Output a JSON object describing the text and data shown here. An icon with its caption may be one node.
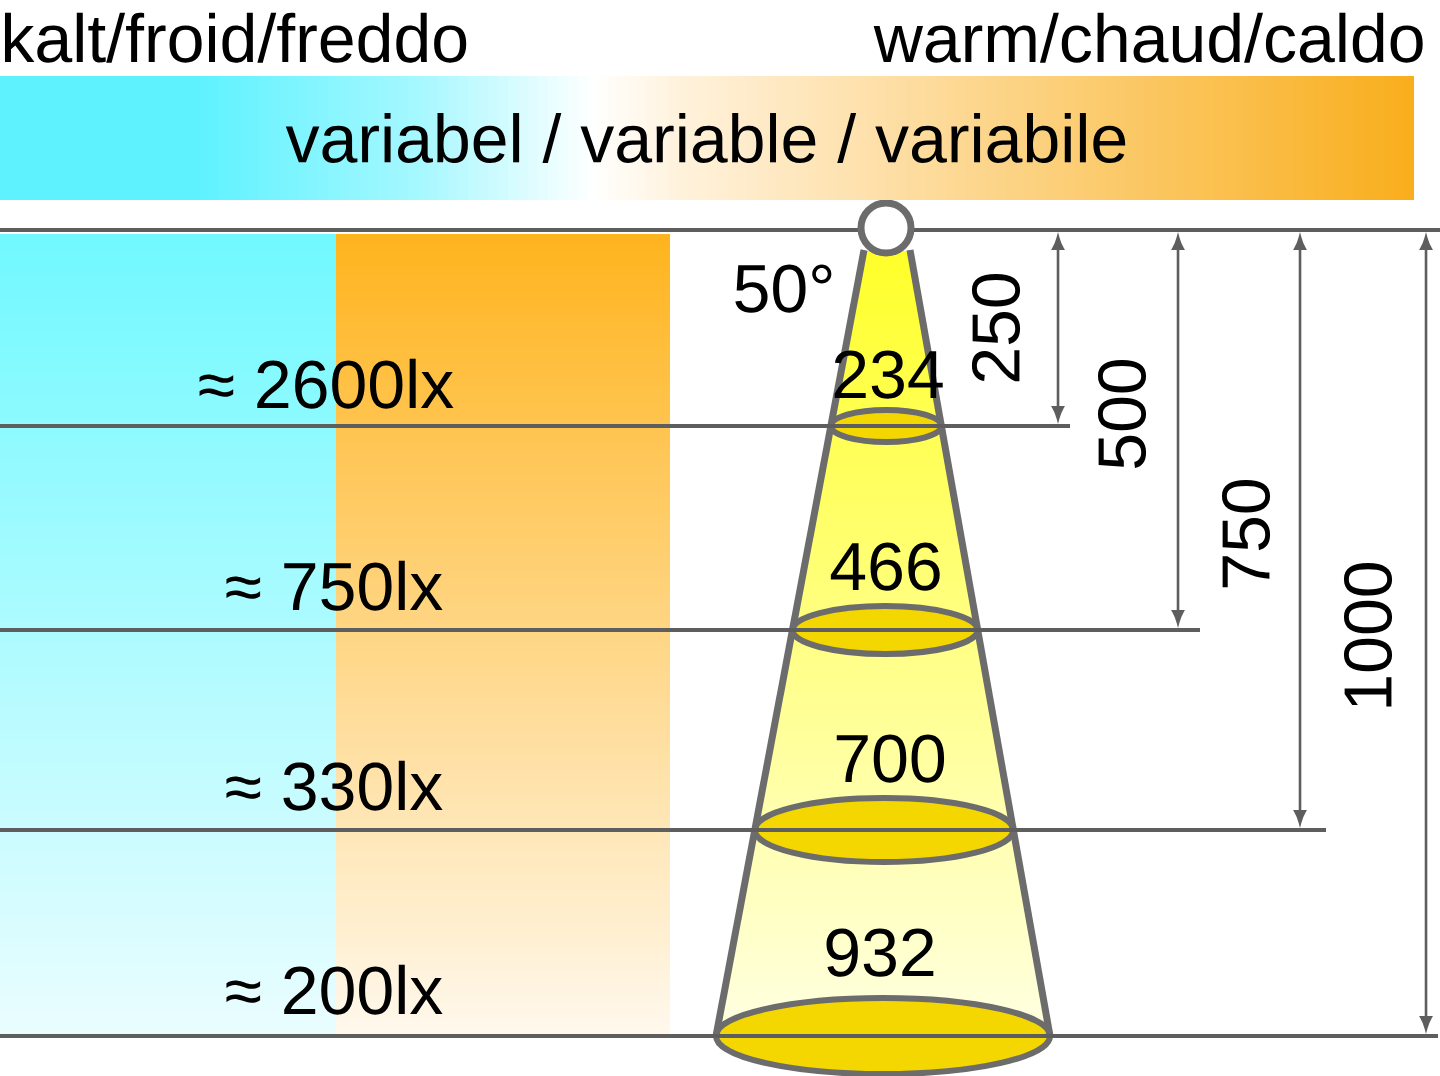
{
  "diagram": {
    "nodes": [
      {
        "text": [
          "variabel / variable / variabile"
        ],
        "beside": [
          "kalt/froid/freddo",
          "warm/chaud/caldo"
        ]
      }
    ],
    "labels": [
      "50°",
      "≈ 2600lx",
      "234",
      "250",
      "500",
      "≈ 750lx",
      "466",
      "750",
      "1000",
      "≈ 330lx",
      "700",
      "≈ 200lx",
      "932"
    ]
  }
}
